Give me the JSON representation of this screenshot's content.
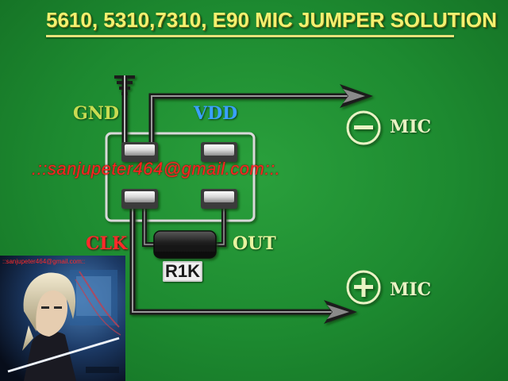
{
  "title": "5610, 5310,7310, E90 MIC JUMPER SOLUTION",
  "labels": {
    "gnd": "GND",
    "vdd": "VDD",
    "clk": "CLK",
    "out": "OUT",
    "mic_negative": "MIC",
    "mic_positive": "MIC",
    "resistor": "R1K"
  },
  "watermark_email": ".::sanjupeter464@gmail.com::.",
  "thumbnail": {
    "caption": "::sanjupeter464@gmail.com::"
  },
  "colors": {
    "background": "#1f8a32",
    "title": "#f4f070",
    "gnd": "#c9dc52",
    "vdd": "#3aa0ff",
    "clk": "#ff2a2a",
    "email": "#ff2222",
    "wire": "#222222"
  },
  "icons": {
    "mic_negative": "minus-circle-icon",
    "mic_positive": "plus-circle-icon",
    "ground": "ground-symbol-icon"
  }
}
